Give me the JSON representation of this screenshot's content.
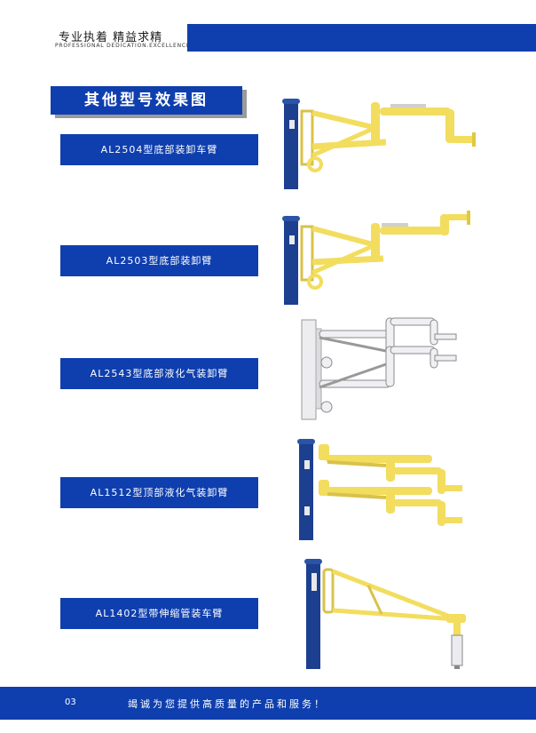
{
  "header": {
    "slogan_cn": "专业执着 精益求精",
    "slogan_en": "PROFESSIONAL DEDICATION.EXCELLENCE"
  },
  "section": {
    "title": "其他型号效果图"
  },
  "products": [
    {
      "label": "AL2504型底部装卸车臂"
    },
    {
      "label": "AL2503型底部装卸臂"
    },
    {
      "label": "AL2543型底部液化气装卸臂"
    },
    {
      "label": "AL1512型顶部液化气装卸臂"
    },
    {
      "label": "AL1402型带伸缩管装车臂"
    }
  ],
  "footer": {
    "page_number": "03",
    "slogan": "竭诚为您提供高质量的产品和服务！"
  },
  "colors": {
    "brand_blue": "#0f3fae",
    "column_blue": "#1c3f8f",
    "arm_yellow": "#f2dd5e",
    "arm_silver": "#e8e8ec"
  }
}
